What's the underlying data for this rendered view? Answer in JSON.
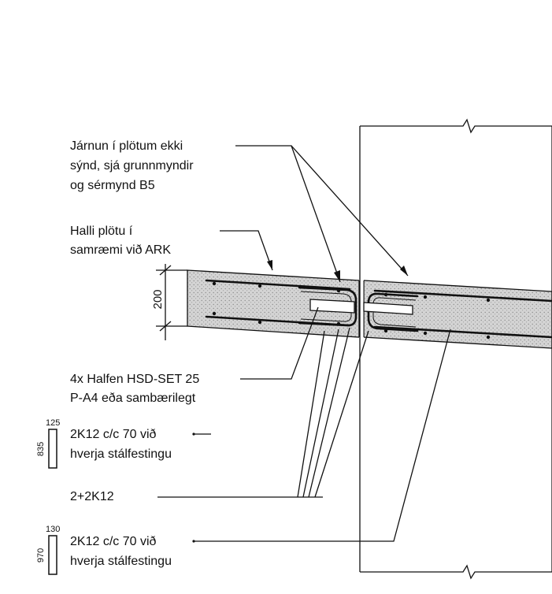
{
  "labels": {
    "rebar_note": [
      "Járnun í plötum ekki",
      "sýnd, sjá grunnmyndir",
      "og sérmynd B5"
    ],
    "slope_note": [
      "Halli plötu í",
      "samræmi við ARK"
    ],
    "halfen_note": [
      "4x Halfen HSD-SET 25",
      "P-A4 eða sambærilegt"
    ],
    "stirrup_note_1": [
      "2K12 c/c 70 við",
      "hverja stálfestingu"
    ],
    "bars_note": "2+2K12",
    "stirrup_note_2": [
      "2K12 c/c 70 við",
      "hverja stálfestingu"
    ]
  },
  "dimensions": {
    "slab_thickness": "200",
    "stirrup_1_width": "125",
    "stirrup_1_height": "835",
    "stirrup_2_width": "130",
    "stirrup_2_height": "970"
  },
  "colors": {
    "ink": "#111111",
    "concrete": "#d2d2d2",
    "background": "#ffffff"
  }
}
